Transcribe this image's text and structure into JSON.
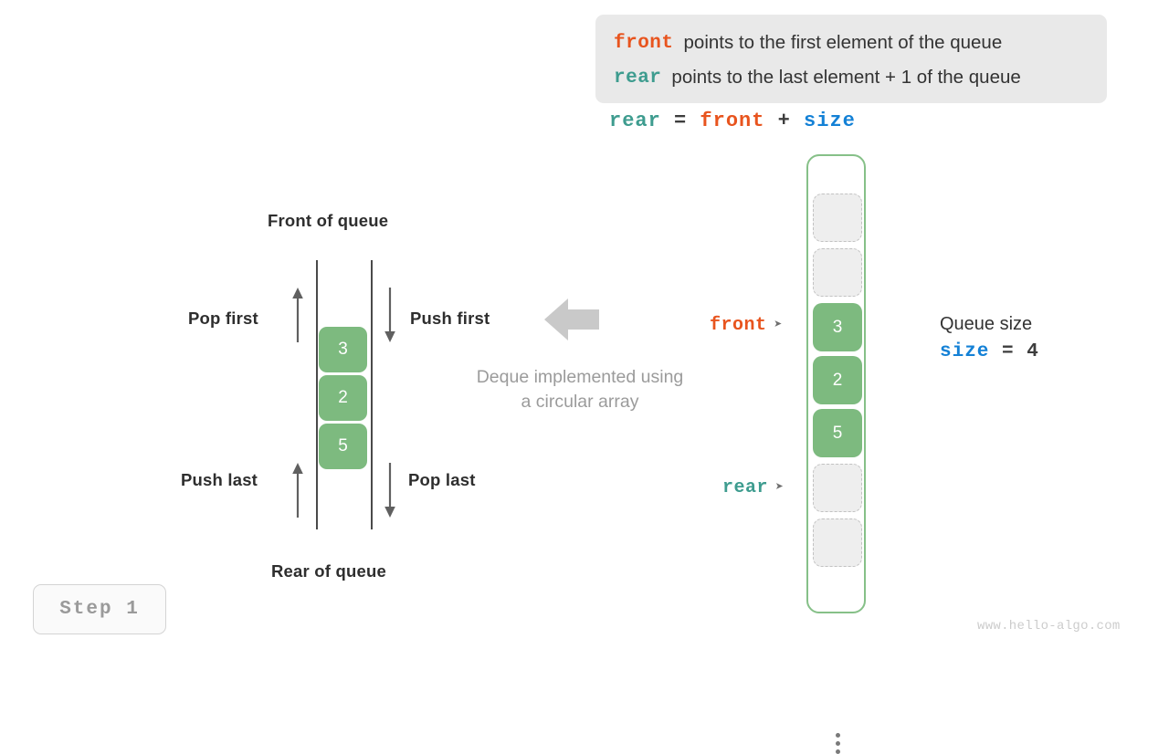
{
  "legend": {
    "lines": [
      {
        "keyword": "front",
        "keyword_color": "#e8541e",
        "text": "points to the first element of the queue"
      },
      {
        "keyword": "rear",
        "keyword_color": "#3e9c8f",
        "text": "points to the last element + 1 of the queue"
      }
    ]
  },
  "formula": {
    "lhs": "rear",
    "eq": "=",
    "rhs1": "front",
    "plus": "+",
    "rhs2": "size"
  },
  "deque_diagram": {
    "top_label": "Front of queue",
    "bottom_label": "Rear of queue",
    "operations": {
      "pop_first": "Pop first",
      "push_first": "Push first",
      "push_last": "Push last",
      "pop_last": "Pop last"
    },
    "cells": [
      "3",
      "2",
      "5"
    ],
    "caption_line1": "Deque implemented using",
    "caption_line2": "a circular array"
  },
  "pointers": {
    "front": {
      "label": "front",
      "color": "#e8541e",
      "caret": "➤"
    },
    "rear": {
      "label": "rear",
      "color": "#3e9c8f",
      "caret": "➤"
    }
  },
  "array": {
    "slots": [
      {
        "type": "empty",
        "value": ""
      },
      {
        "type": "empty",
        "value": ""
      },
      {
        "type": "filled",
        "value": "3"
      },
      {
        "type": "filled",
        "value": "2"
      },
      {
        "type": "filled",
        "value": "5"
      },
      {
        "type": "empty",
        "value": ""
      },
      {
        "type": "empty",
        "value": ""
      }
    ],
    "border_color": "#86c088",
    "filled_color": "#7dba7f"
  },
  "queue_size": {
    "title": "Queue size",
    "var": "size",
    "var_color": "#1481d6",
    "eq": "=",
    "value": "4"
  },
  "step_badge": {
    "label": "Step 1"
  },
  "watermark": {
    "text": "www.hello-algo.com"
  }
}
